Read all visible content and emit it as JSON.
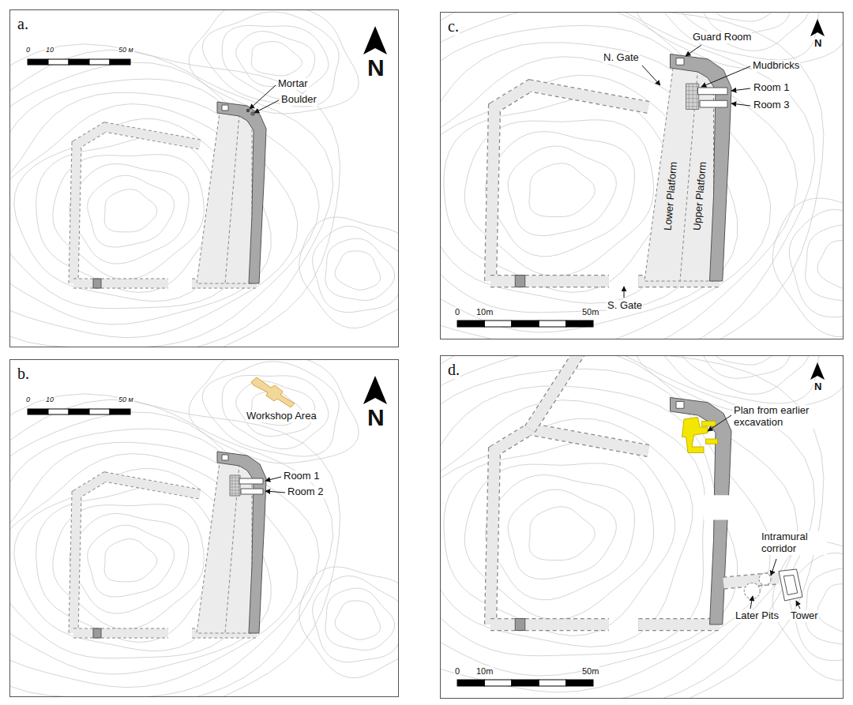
{
  "diagram": {
    "nodes": [
      {
        "text": [
          "a.",
          "0",
          "10",
          "50 м",
          "N",
          "Mortar",
          "Boulder"
        ]
      },
      {
        "text": [
          "b.",
          "0",
          "10",
          "50 м",
          "Workshop Area",
          "N",
          "Room 1",
          "Room 2"
        ]
      },
      {
        "text": [
          "c.",
          "N",
          "N. Gate",
          "Guard Room",
          "Mudbricks",
          "Room 1",
          "Room 3",
          "Lower Platform",
          "Upper Platform",
          "S. Gate",
          "0",
          "10m",
          "50m"
        ]
      },
      {
        "text": [
          "d.",
          "N",
          "Plan from earlier excavation",
          "Intramural corridor",
          "Later Pits",
          "Tower",
          "0",
          "10m",
          "50m"
        ]
      }
    ]
  }
}
